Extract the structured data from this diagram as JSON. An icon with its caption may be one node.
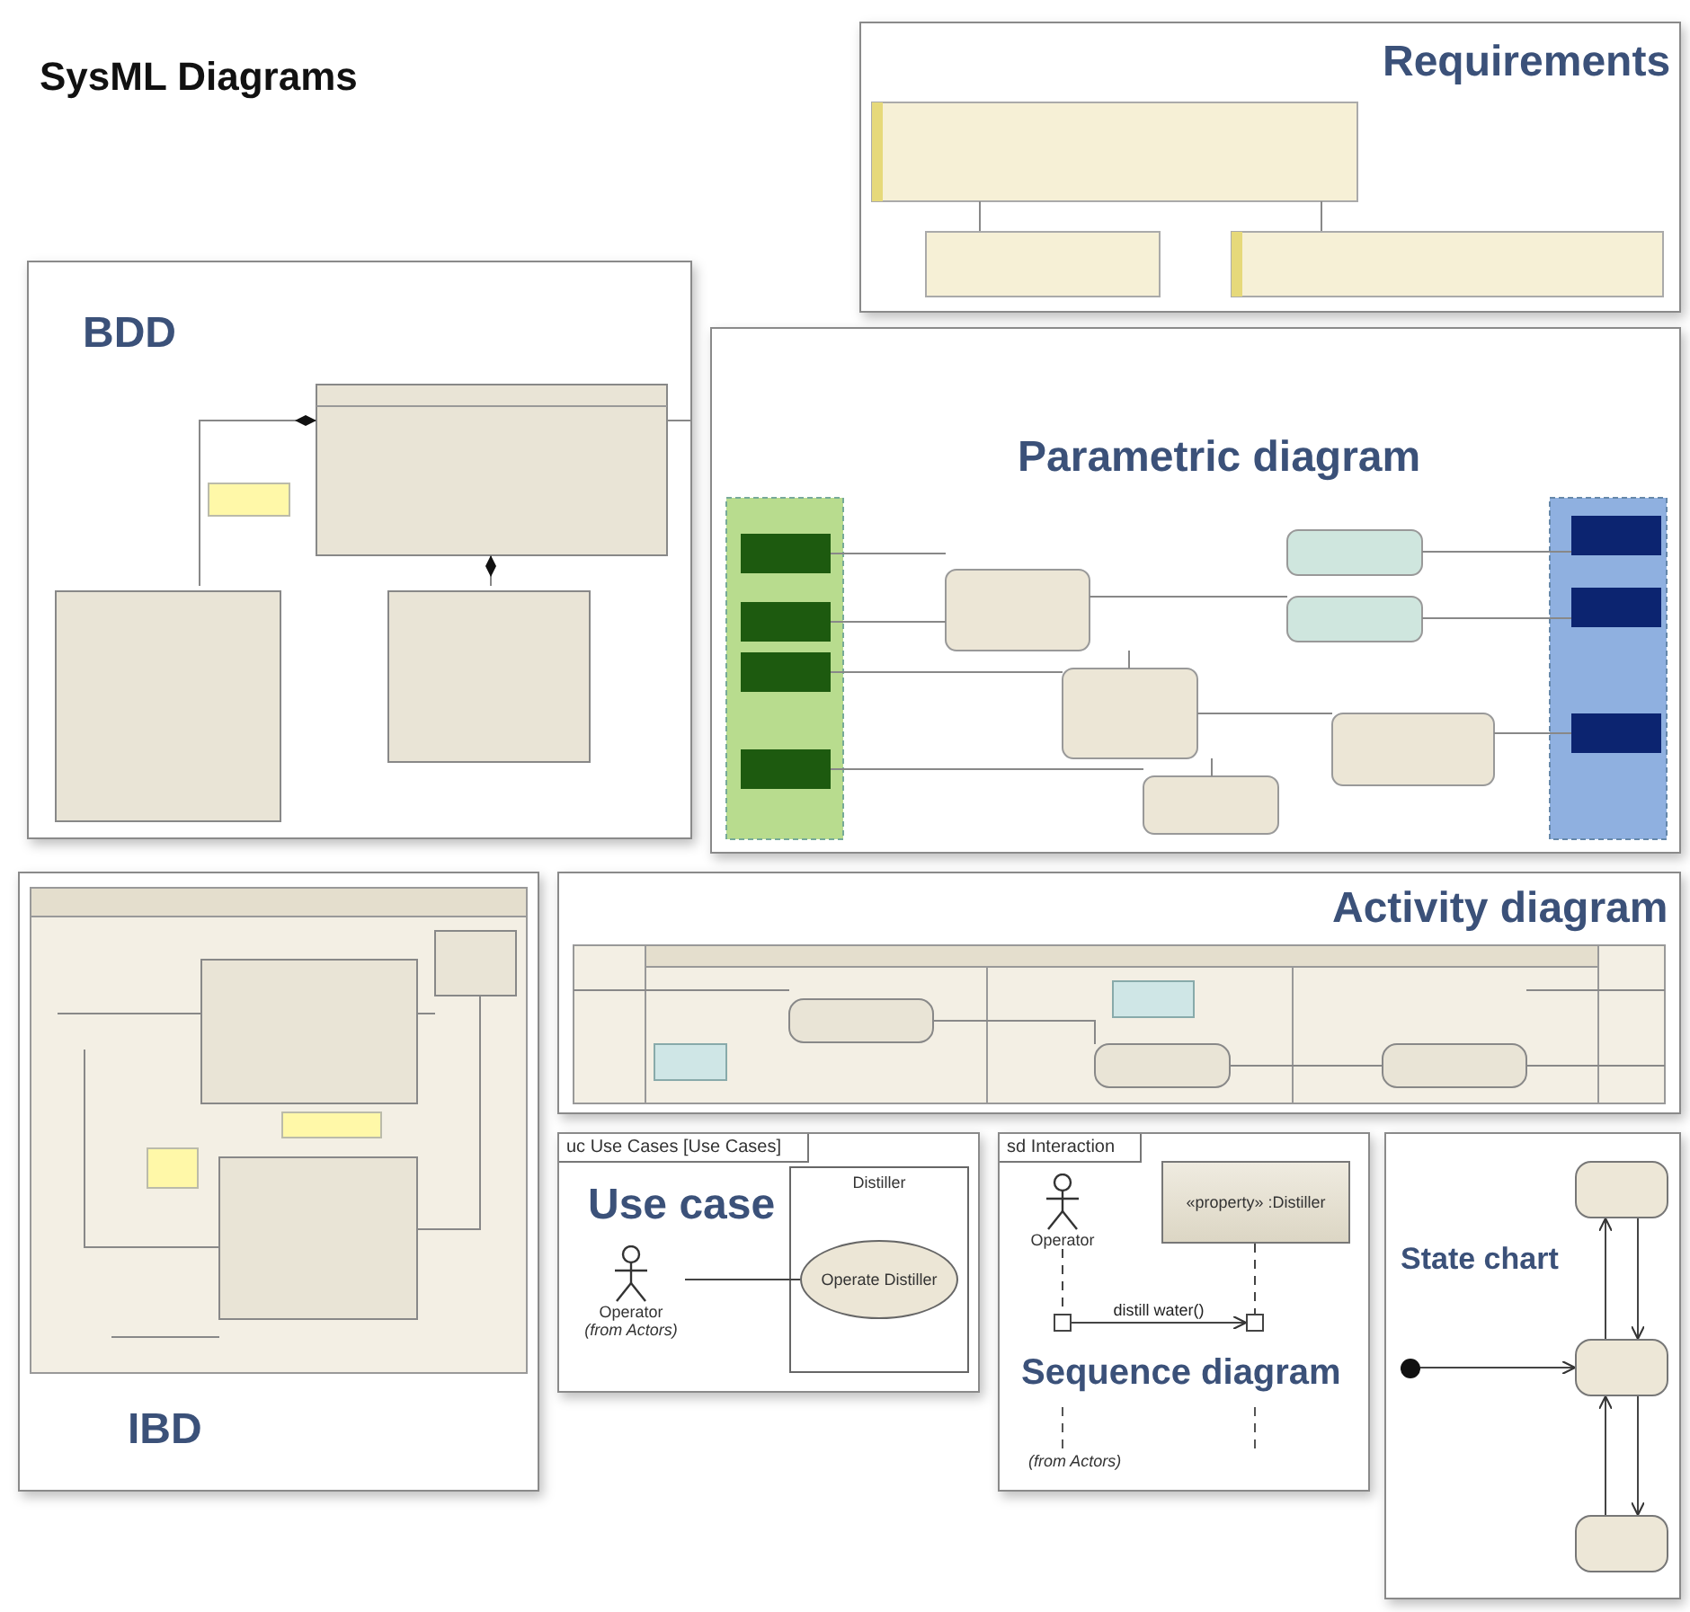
{
  "diagram": {
    "title": "SysML Diagrams",
    "nodes": [
      {
        "text": [
          "Requirements"
        ]
      },
      {
        "text": [
          "BDD"
        ]
      },
      {
        "text": [
          "Parametric diagram"
        ]
      },
      {
        "text": [
          "IBD"
        ]
      },
      {
        "text": [
          "Activity diagram"
        ]
      },
      {
        "text": [
          "uc Use Cases [Use Cases]",
          "Use case"
        ]
      },
      {
        "text": [
          "Operator",
          "(from Actors)"
        ],
        "in": 5
      },
      {
        "text": [
          "Distiller"
        ],
        "in": 5
      },
      {
        "text": [
          "Operate Distiller"
        ],
        "in": 7
      },
      {
        "text": [
          "sd Interaction",
          "Sequence diagram"
        ]
      },
      {
        "text": [
          "Operator"
        ],
        "in": 9
      },
      {
        "text": [
          "«property» :Distiller"
        ],
        "in": 9
      },
      {
        "text": [],
        "shape": "box",
        "in": 9
      },
      {
        "text": [],
        "shape": "box",
        "in": 9
      },
      {
        "text": [
          "State chart"
        ]
      },
      {
        "text": [],
        "shape": "circle",
        "in": 14
      },
      {
        "text": [],
        "shape": "box",
        "in": 14
      },
      {
        "text": [],
        "shape": "box",
        "in": 14
      },
      {
        "text": [],
        "shape": "box",
        "in": 14
      }
    ],
    "edges": [
      {
        "from": 6,
        "to": 8,
        "arrow": "none"
      },
      {
        "from": 12,
        "to": 13,
        "arrow": "to",
        "label": "distill water()"
      },
      {
        "from": 10,
        "to": 12,
        "arrow": "none",
        "style": "dashed"
      },
      {
        "from": 11,
        "to": 13,
        "arrow": "none",
        "style": "dashed"
      },
      {
        "from": 15,
        "to": 17,
        "arrow": "to"
      },
      {
        "from": 17,
        "to": 16,
        "arrow": "to"
      },
      {
        "from": 16,
        "to": 17,
        "arrow": "to"
      },
      {
        "from": 17,
        "to": 18,
        "arrow": "to"
      },
      {
        "from": 18,
        "to": 17,
        "arrow": "to"
      }
    ],
    "labels": [
      "(from Actors)"
    ]
  }
}
